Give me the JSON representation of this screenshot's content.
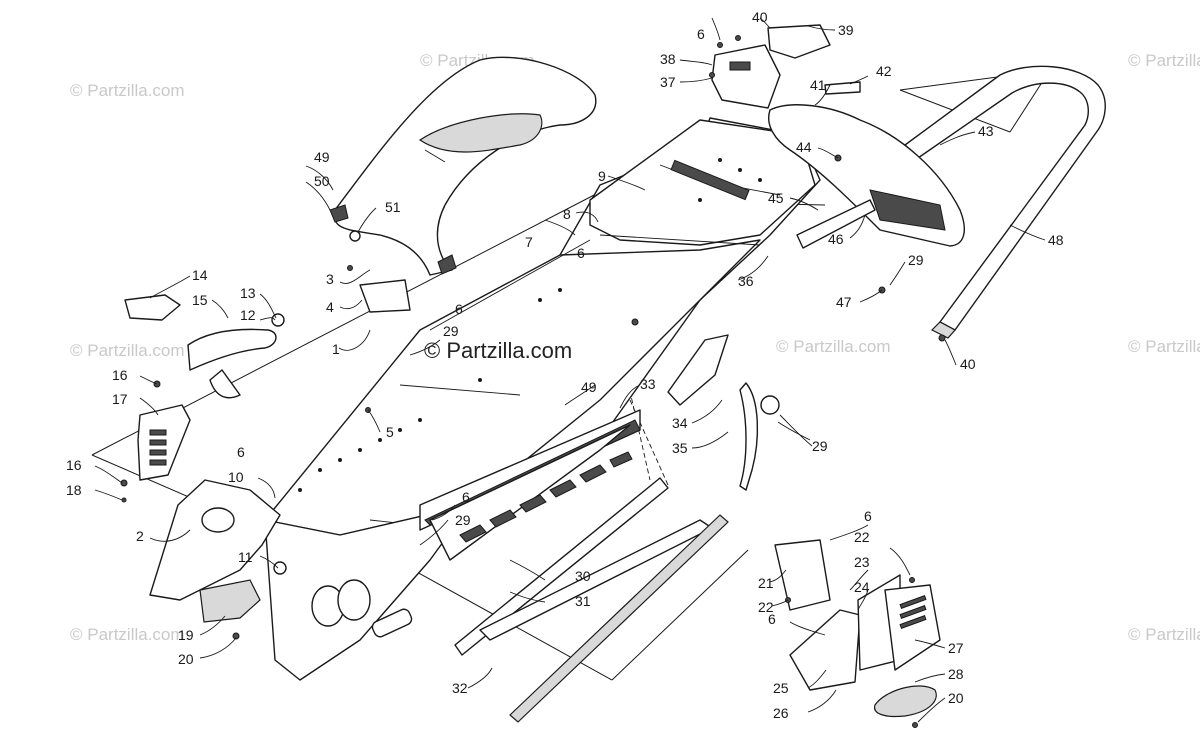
{
  "watermark": {
    "repeat_text": "© Partzilla.com",
    "center_text": "© Partzilla.com"
  },
  "callouts": {
    "c1": "1",
    "c2": "2",
    "c3": "3",
    "c4": "4",
    "c5": "5",
    "c6a": "6",
    "c6b": "6",
    "c6c": "6",
    "c6d": "6",
    "c6e": "6",
    "c6f": "6",
    "c6g": "6",
    "c7": "7",
    "c8": "8",
    "c9": "9",
    "c10": "10",
    "c11": "11",
    "c12": "12",
    "c13": "13",
    "c14": "14",
    "c15": "15",
    "c16a": "16",
    "c16b": "16",
    "c17": "17",
    "c18": "18",
    "c19": "19",
    "c20a": "20",
    "c20b": "20",
    "c21": "21",
    "c22a": "22",
    "c22b": "22",
    "c23": "23",
    "c24": "24",
    "c25": "25",
    "c26": "26",
    "c27": "27",
    "c28": "28",
    "c29a": "29",
    "c29b": "29",
    "c29c": "29",
    "c29d": "29",
    "c30": "30",
    "c31": "31",
    "c32": "32",
    "c33": "33",
    "c34": "34",
    "c35": "35",
    "c36": "36",
    "c37": "37",
    "c38": "38",
    "c39": "39",
    "c40a": "40",
    "c40b": "40",
    "c41": "41",
    "c42": "42",
    "c43": "43",
    "c44": "44",
    "c45": "45",
    "c46": "46",
    "c47": "47",
    "c48": "48",
    "c49a": "49",
    "c49b": "49",
    "c50": "50",
    "c51": "51"
  }
}
